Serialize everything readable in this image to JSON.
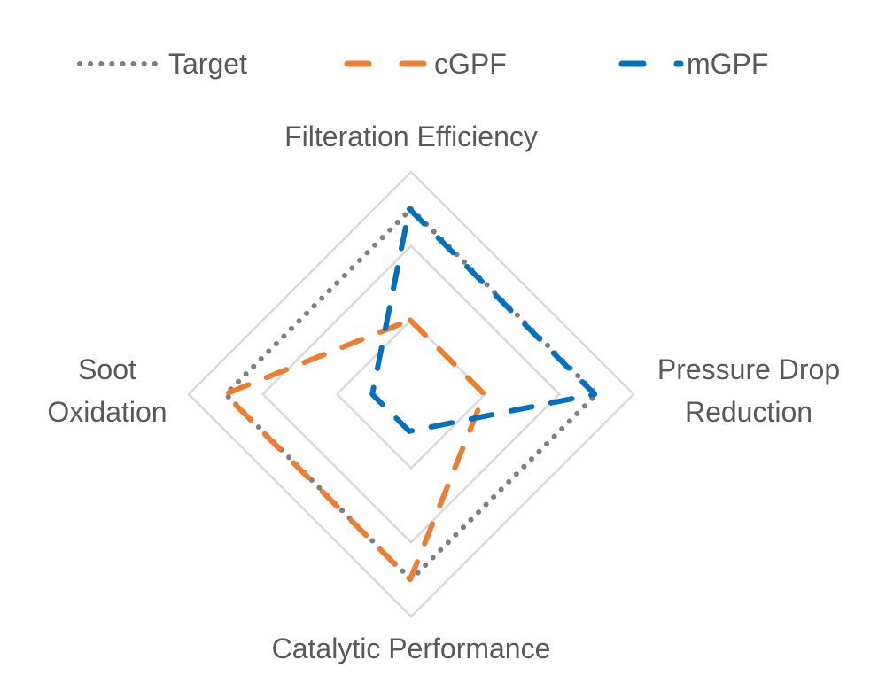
{
  "chart_data": {
    "type": "radar",
    "title": "",
    "axes": [
      {
        "name": "Filteration Efficiency",
        "lines": [
          "Filteration Efficiency"
        ]
      },
      {
        "name": "Pressure Drop Reduction",
        "lines": [
          "Pressure Drop",
          "Reduction"
        ]
      },
      {
        "name": "Catalytic Performance",
        "lines": [
          "Catalytic Performance"
        ]
      },
      {
        "name": "Soot Oxidation",
        "lines": [
          "Soot",
          "Oxidation"
        ]
      }
    ],
    "categories": [
      "Filteration Efficiency",
      "Pressure Drop Reduction",
      "Catalytic Performance",
      "Soot Oxidation"
    ],
    "range": [
      0,
      6
    ],
    "gridlines": [
      2,
      4,
      6
    ],
    "grid": true,
    "tick_labels_visible": false,
    "legend_position": "top",
    "series": [
      {
        "name": "Target",
        "values": [
          5,
          5,
          5,
          5
        ],
        "color": "#7f7f7f",
        "style": "dotted"
      },
      {
        "name": "cGPF",
        "values": [
          2,
          2,
          5,
          5
        ],
        "color": "#ed7d31",
        "style": "dashed"
      },
      {
        "name": "mGPF",
        "values": [
          5,
          5,
          1,
          1
        ],
        "color": "#0070c0",
        "style": "dashed"
      }
    ]
  }
}
